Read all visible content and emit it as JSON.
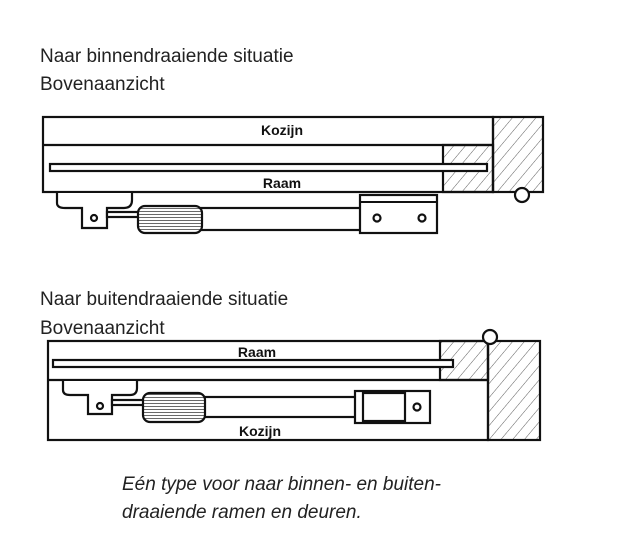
{
  "diagram1": {
    "title": "Naar binnendraaiende situatie",
    "subtitle": "Bovenaanzicht",
    "label_top": "Kozijn",
    "label_bottom": "Raam"
  },
  "diagram2": {
    "title": "Naar buitendraaiende situatie",
    "subtitle": "Bovenaanzicht",
    "label_top": "Raam",
    "label_bottom": "Kozijn"
  },
  "caption": {
    "line1": "Eén type voor naar binnen- en buiten-",
    "line2": "draaiende ramen en deuren."
  }
}
